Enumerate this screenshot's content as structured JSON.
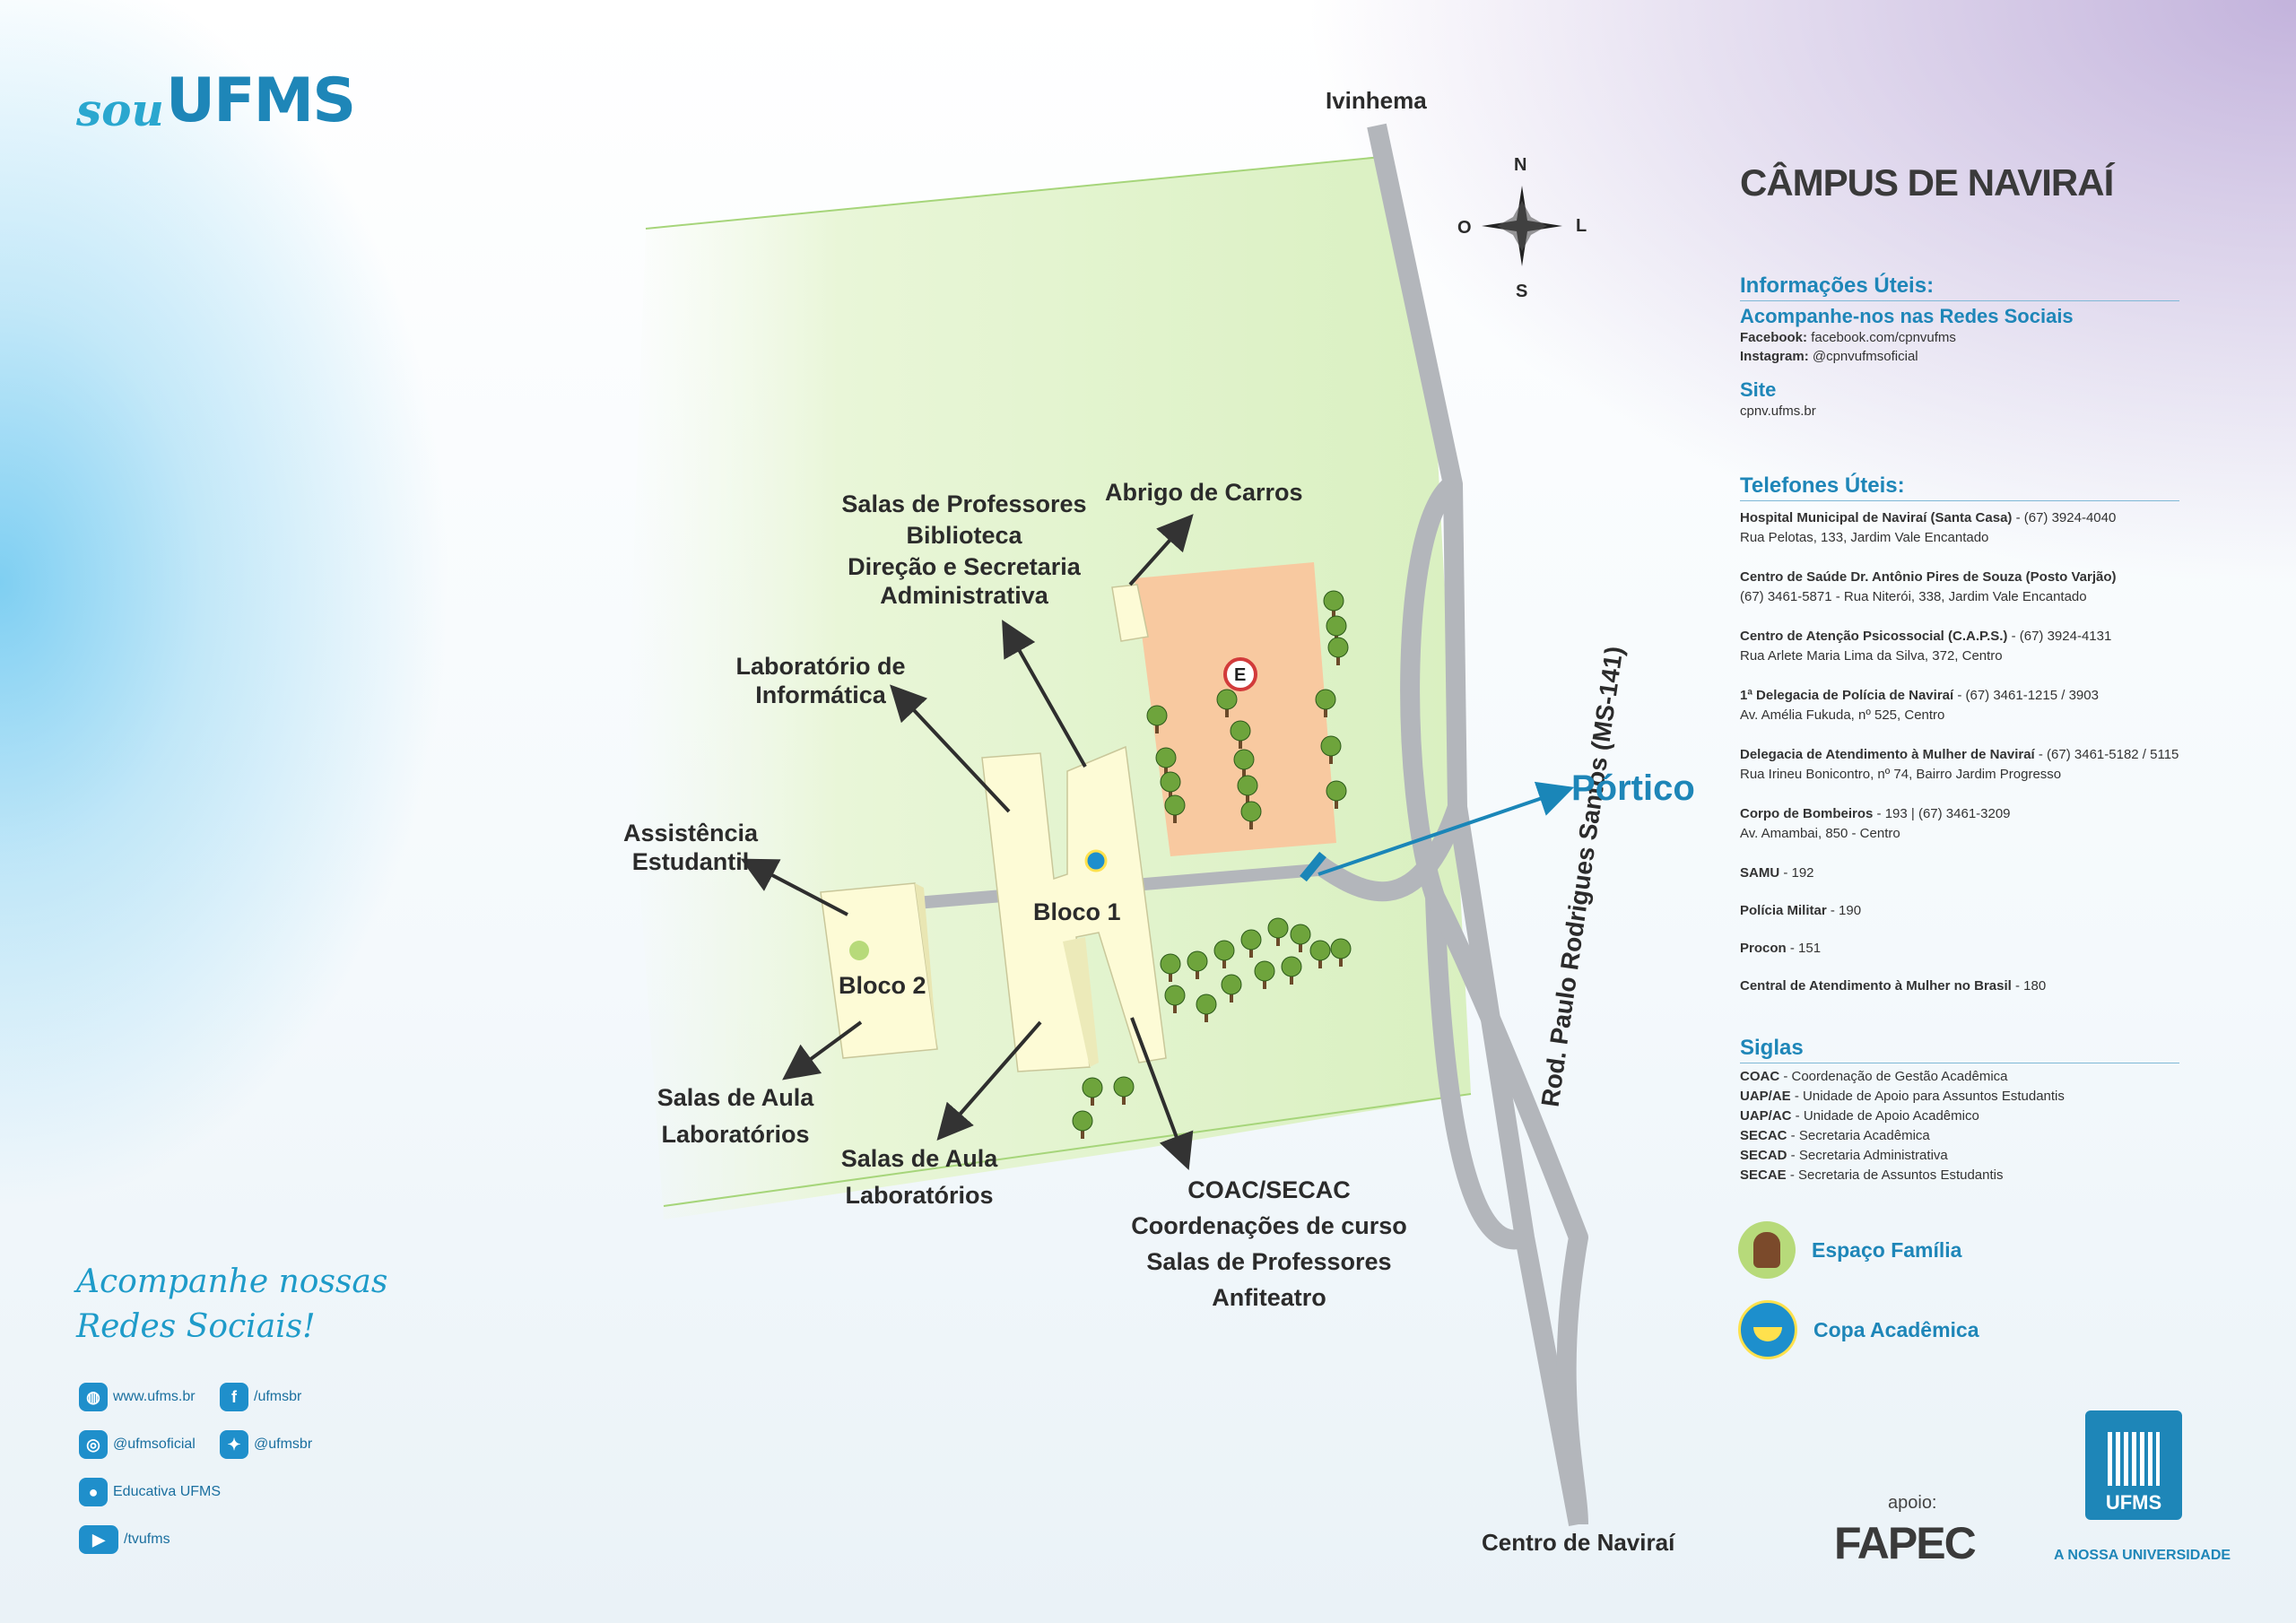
{
  "brand": {
    "logo_script": "sou",
    "logo_main": "UFMS"
  },
  "title": "CÂMPUS DE NAVIRAÍ",
  "compass": {
    "n": "N",
    "s": "S",
    "o": "O",
    "l": "L"
  },
  "roads": {
    "north": "Ivinhema",
    "south": "Centro de Naviraí",
    "highway": "Rod. Paulo Rodrigues Santos (MS-141)"
  },
  "map_labels": {
    "portico": "Pórtico",
    "abrigo": "Abrigo de Carros",
    "professores_block": [
      "Salas de Professores",
      "Biblioteca",
      "Direção e Secretaria",
      "Administrativa"
    ],
    "lab_info": [
      "Laboratório de",
      "Informática"
    ],
    "assistencia": [
      "Assistência",
      "Estudantil"
    ],
    "bloco1": "Bloco 1",
    "bloco2": "Bloco 2",
    "parking_sign": "E",
    "salas_bloco2": [
      "Salas de Aula",
      "Laboratórios"
    ],
    "salas_bloco1": [
      "Salas de Aula",
      "Laboratórios"
    ],
    "coac_block": [
      "COAC/SECAC",
      "Coordenações de curso",
      "Salas de Professores",
      "Anfiteatro"
    ]
  },
  "info": {
    "heading": "Informações Úteis:",
    "social_title": "Acompanhe-nos nas Redes Sociais",
    "facebook_label": "Facebook:",
    "facebook_value": "facebook.com/cpnvufms",
    "instagram_label": "Instagram:",
    "instagram_value": "@cpnvufmsoficial",
    "site_title": "Site",
    "site_value": "cpnv.ufms.br"
  },
  "phones": {
    "heading": "Telefones Úteis:",
    "entries": [
      {
        "name": "Hospital Municipal de Naviraí (Santa Casa)",
        "phone": " - (67) 3924-4040",
        "addr": "Rua Pelotas, 133, Jardim Vale Encantado"
      },
      {
        "name": "Centro de Saúde Dr. Antônio Pires de Souza (Posto Varjão)",
        "phone": "",
        "addr": "(67) 3461-5871 - Rua Niterói, 338, Jardim Vale Encantado"
      },
      {
        "name": "Centro de Atenção Psicossocial (C.A.P.S.)",
        "phone": " - (67) 3924-4131",
        "addr": "Rua Arlete Maria Lima da Silva, 372, Centro"
      },
      {
        "name": "1ª Delegacia de Polícia de Naviraí",
        "phone": " - (67) 3461-1215 / 3903",
        "addr": "Av. Amélia Fukuda, nº 525, Centro"
      },
      {
        "name": "Delegacia de Atendimento à Mulher de Naviraí",
        "phone": " - (67) 3461-5182 / 5115",
        "addr": "Rua Irineu Bonicontro, nº 74, Bairro Jardim Progresso"
      },
      {
        "name": "Corpo de Bombeiros",
        "phone": " - 193 | (67) 3461-3209",
        "addr": "Av. Amambai, 850 - Centro"
      },
      {
        "name": "SAMU",
        "phone": " - 192",
        "addr": ""
      },
      {
        "name": "Polícia Militar",
        "phone": " - 190",
        "addr": ""
      },
      {
        "name": "Procon",
        "phone": " - 151",
        "addr": ""
      },
      {
        "name": "Central de Atendimento à Mulher no Brasil",
        "phone": " - 180",
        "addr": ""
      }
    ]
  },
  "siglas": {
    "heading": "Siglas",
    "entries": [
      {
        "code": "COAC",
        "desc": " - Coordenação de Gestão Acadêmica"
      },
      {
        "code": "UAP/AE",
        "desc": " - Unidade de Apoio para Assuntos Estudantis"
      },
      {
        "code": "UAP/AC",
        "desc": " - Unidade de Apoio Acadêmico"
      },
      {
        "code": "SECAC",
        "desc": " - Secretaria Acadêmica"
      },
      {
        "code": "SECAD",
        "desc": " - Secretaria Administrativa"
      },
      {
        "code": "SECAE",
        "desc": " - Secretaria de Assuntos Estudantis"
      }
    ]
  },
  "legend": {
    "familia": "Espaço Família",
    "copa": "Copa Acadêmica"
  },
  "follow": {
    "line1": "Acompanhe nossas",
    "line2": "Redes Sociais!"
  },
  "socials": {
    "site": "www.ufms.br",
    "facebook": "/ufmsbr",
    "instagram": "@ufmsoficial",
    "twitter": "@ufmsbr",
    "educativa": "Educativa UFMS",
    "youtube": "/tvufms"
  },
  "footer": {
    "apoio": "apoio:",
    "fapec": "FAPEC",
    "ufms_tag": "A NOSSA UNIVERSIDADE",
    "ufms_logo": "UFMS"
  },
  "colors": {
    "accent": "#1e86b8",
    "campus_green": "#e4f5cf",
    "parking": "#f8c9a0",
    "building": "#fdfbd6",
    "road": "#b3b6bb"
  }
}
